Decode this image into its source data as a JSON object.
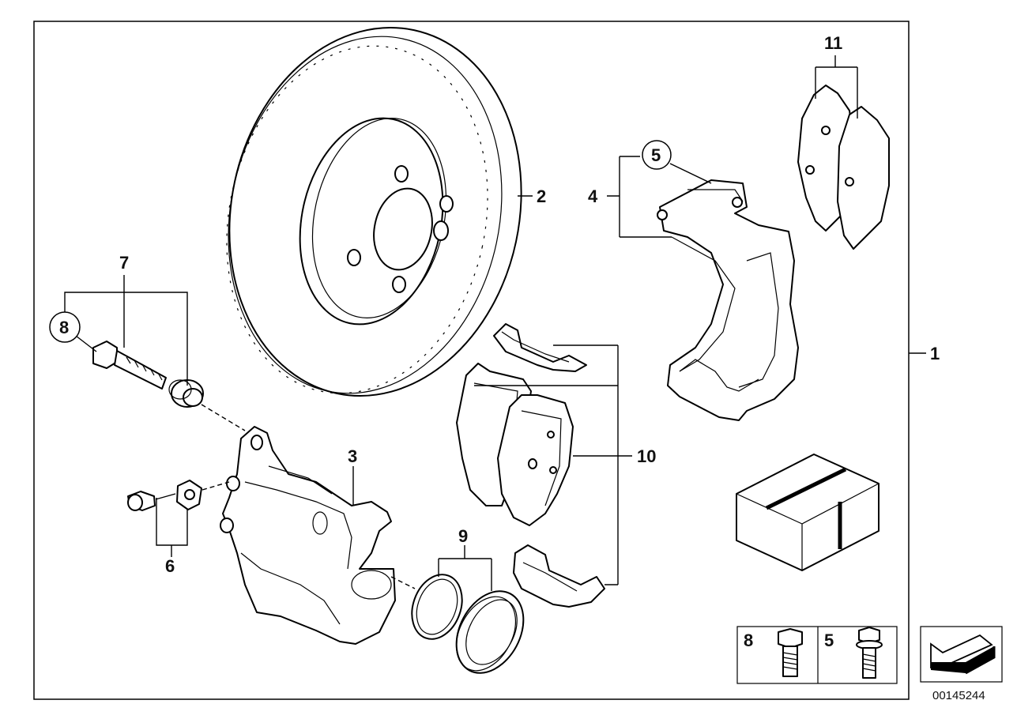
{
  "diagram": {
    "callouts": {
      "c1": "1",
      "c2": "2",
      "c3": "3",
      "c4": "4",
      "c5": "5",
      "c6": "6",
      "c7": "7",
      "c8": "8",
      "c9": "9",
      "c10": "10",
      "c11": "11"
    },
    "legend": {
      "bolt_a": "8",
      "bolt_b": "5"
    },
    "image_code": "00145244"
  }
}
